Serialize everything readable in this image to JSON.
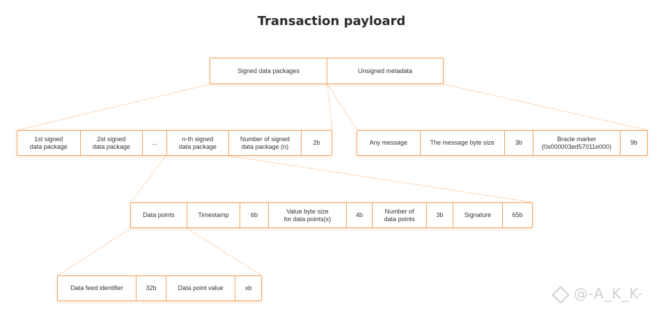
{
  "title": "Transaction payloard",
  "colors": {
    "accent": "#f4a15c",
    "text": "#333333"
  },
  "root": {
    "cells": [
      "Signed data packages",
      "Unsigned metadata"
    ]
  },
  "signed": {
    "cells": [
      "1st signed\ndata package",
      "2st signed\ndata package",
      "...",
      "n-th signed\ndata package",
      "Number of signed\ndata package (n)",
      "2b"
    ]
  },
  "unsigned": {
    "cells": [
      "Any message",
      "The message byte size",
      "3b",
      "Bracle marker\n(0x000003ed57011e000)",
      "9b"
    ]
  },
  "package": {
    "cells": [
      "Data points",
      "Timestamp",
      "6b",
      "Value byte size\nfor data points(x)",
      "4b",
      "Number of\ndata points",
      "3b",
      "Signature",
      "65b"
    ]
  },
  "datapoint": {
    "cells": [
      "Data feed identifier",
      "32b",
      "Data point value",
      "xb"
    ]
  },
  "watermark": "@-A_K_K-"
}
